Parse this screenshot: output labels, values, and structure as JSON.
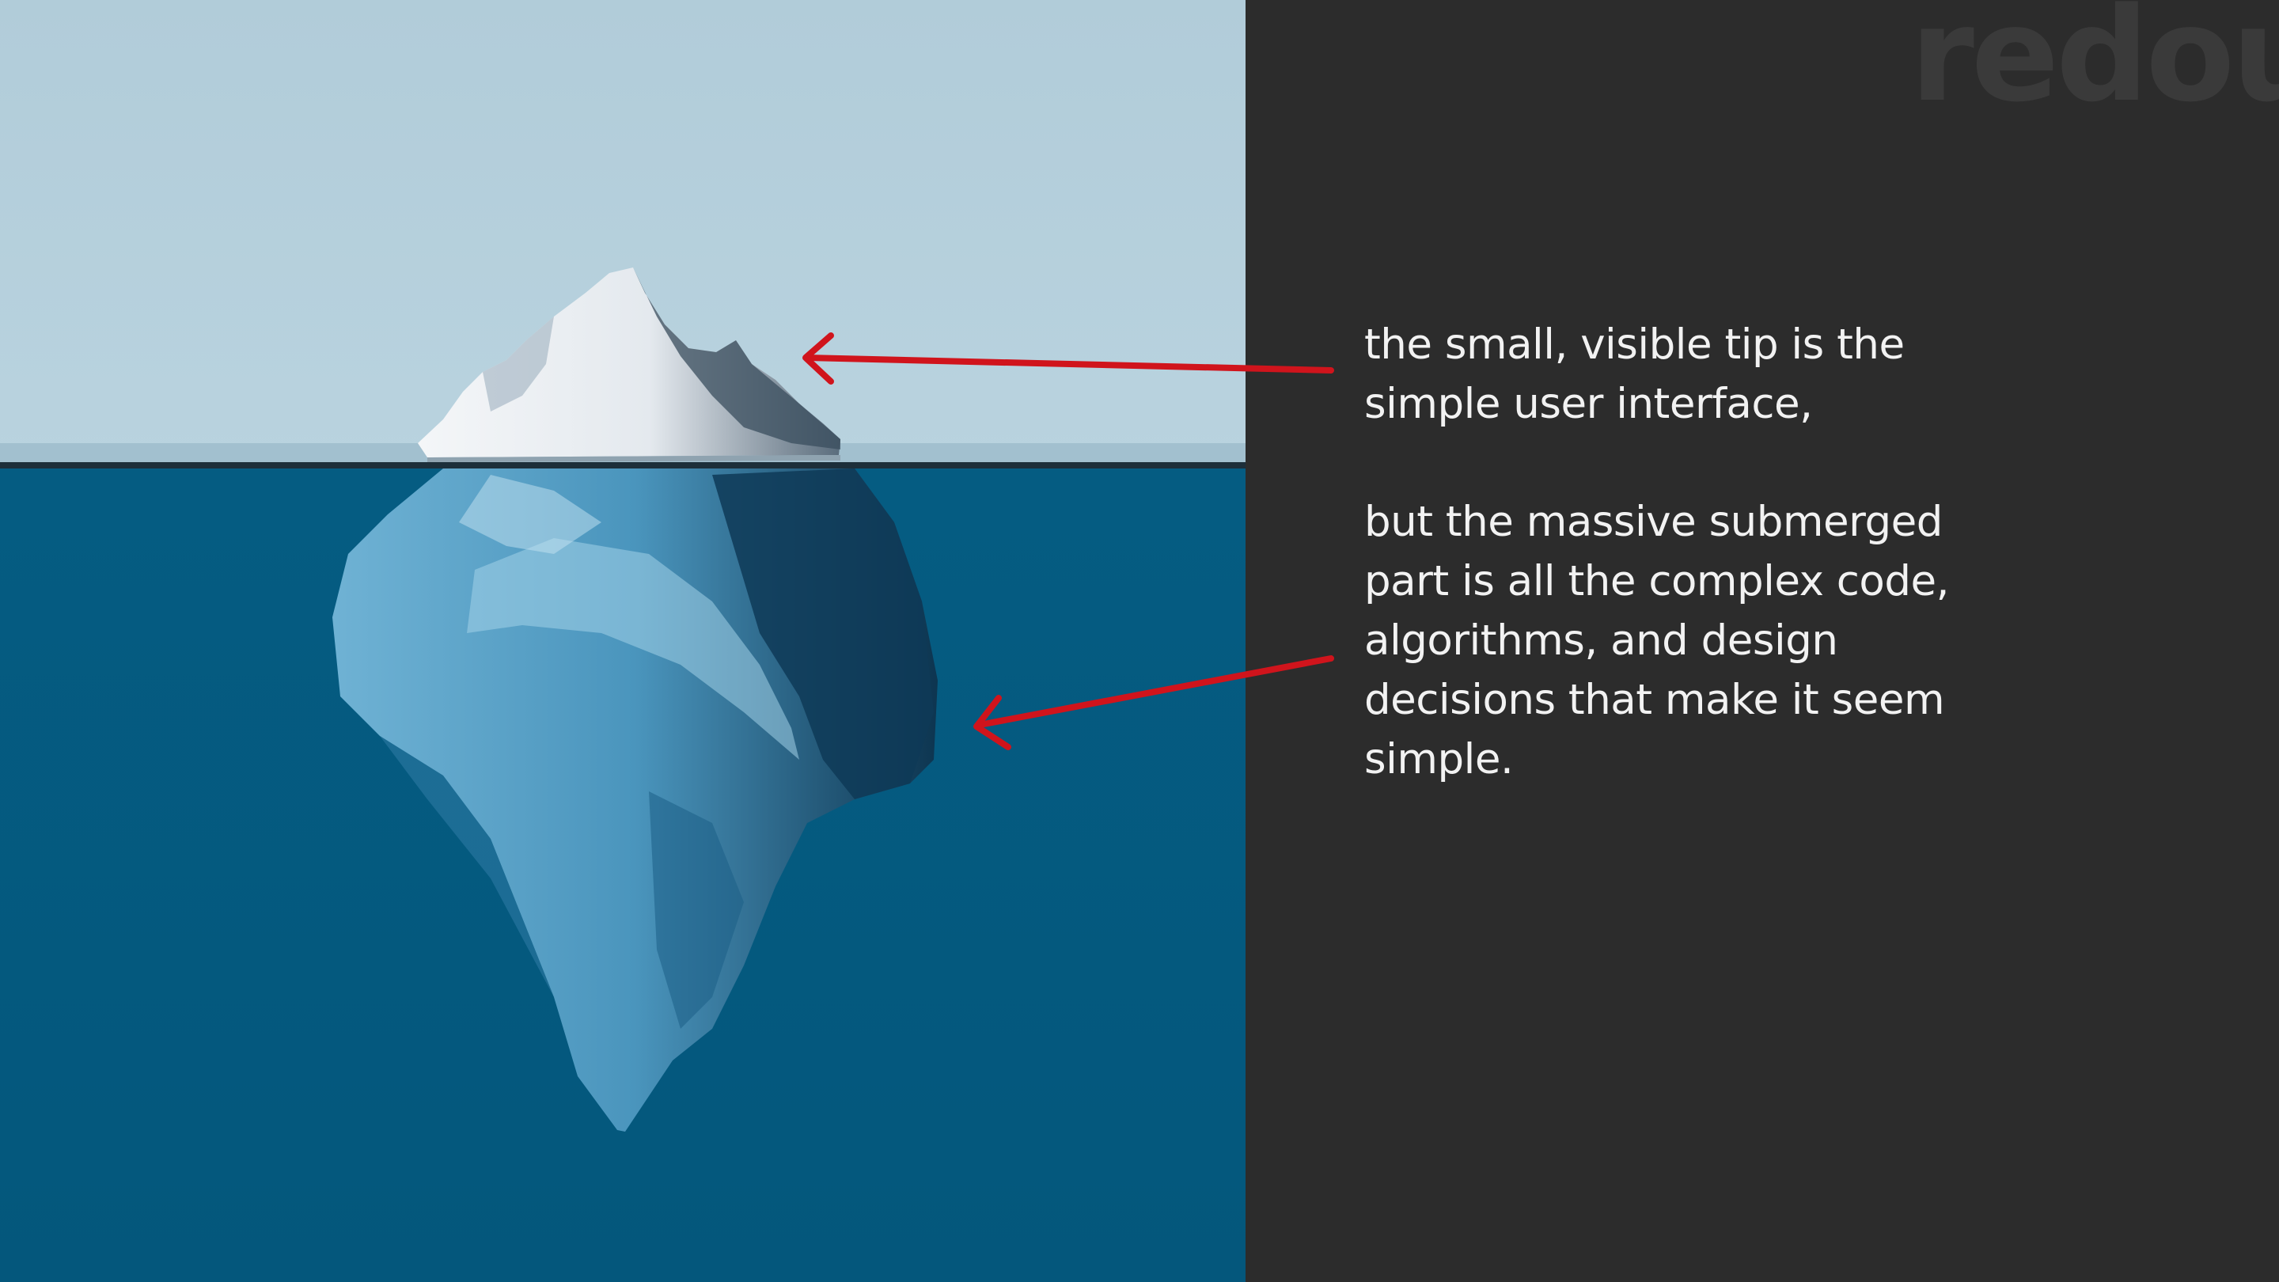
{
  "watermark": "redoui",
  "captions": {
    "tip": "the small, visible tip is the simple user interface,",
    "submerged": "but the massive submerged part is all the complex code, algorithms, and design decisions that make it seem simple."
  },
  "colors": {
    "sky": "#b3ceda",
    "water": "#045a80",
    "panel": "#2c2c2c",
    "arrow": "#d0141c",
    "text": "#f2f2f2"
  },
  "icons": {
    "top_arrow": "arrow-left-icon",
    "bottom_arrow": "arrow-left-icon"
  }
}
